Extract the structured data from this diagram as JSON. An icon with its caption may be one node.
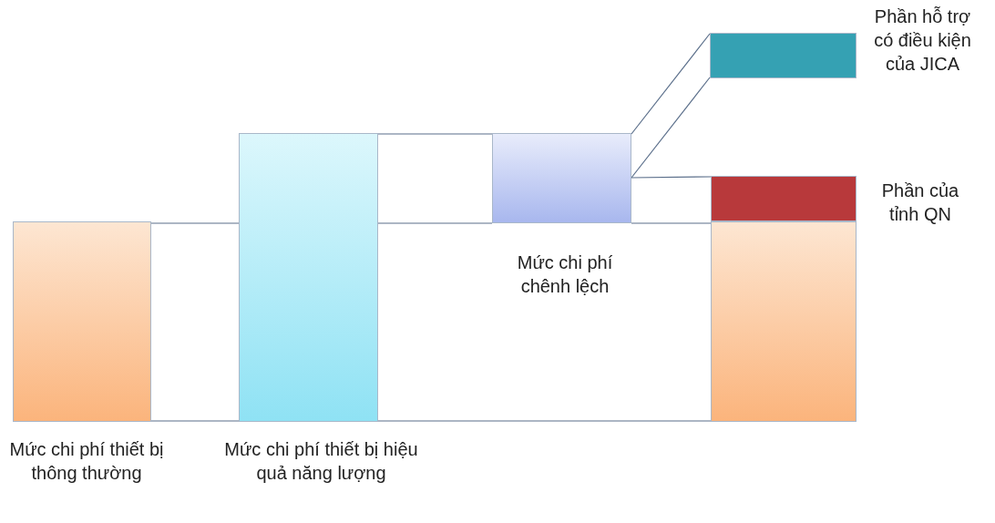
{
  "diagram": {
    "nodes": [
      {
        "text": [
          "Mức chi phí thiết bị thông thường"
        ]
      },
      {
        "text": [
          "Mức chi phí thiết bị hiệu quả năng lượng"
        ]
      },
      {
        "text": [
          "Mức chi phí chênh lệch"
        ]
      },
      {
        "text": [
          "Phần hỗ trợ có điều kiện của JICA"
        ]
      },
      {
        "text": [
          "Phần của tỉnh QN"
        ]
      },
      {
        "text": [],
        "shape": "bar"
      }
    ],
    "edges": [
      {
        "from": 0,
        "to": 1,
        "arrow": "none"
      },
      {
        "from": 1,
        "to": 2,
        "arrow": "none"
      },
      {
        "from": 2,
        "to": 5,
        "arrow": "none"
      },
      {
        "from": 0,
        "to": 1,
        "arrow": "none"
      },
      {
        "from": 1,
        "to": 5,
        "arrow": "none"
      },
      {
        "from": 1,
        "to": 2,
        "arrow": "none"
      },
      {
        "from": 2,
        "to": 3,
        "arrow": "none"
      },
      {
        "from": 2,
        "to": 3,
        "arrow": "none"
      },
      {
        "from": 2,
        "to": 4,
        "arrow": "none"
      }
    ]
  }
}
